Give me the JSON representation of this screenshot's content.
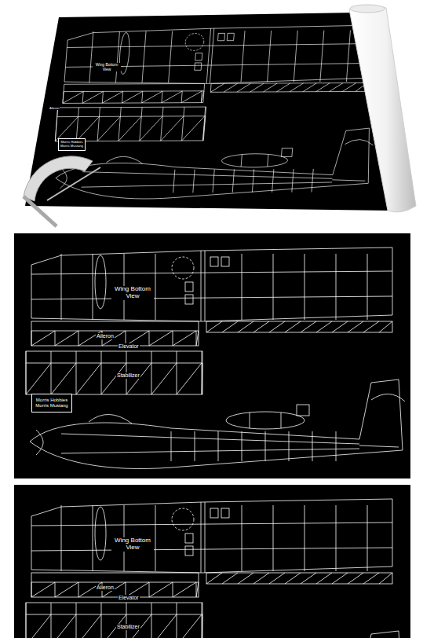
{
  "diagram": {
    "nodes": [
      {
        "text": [
          "Morris Hobbies",
          "Morris Mustang"
        ]
      },
      {
        "text": [
          "Morris Hobbies",
          "Morris Mustang"
        ]
      }
    ],
    "labels": [
      "Wing Bottom View",
      "Aileron",
      "Wing Bottom View",
      "Aileron",
      "Elevator",
      "Stabilizer",
      "Wing Bottom View",
      "Aileron",
      "Elevator",
      "Stabilizer"
    ]
  }
}
